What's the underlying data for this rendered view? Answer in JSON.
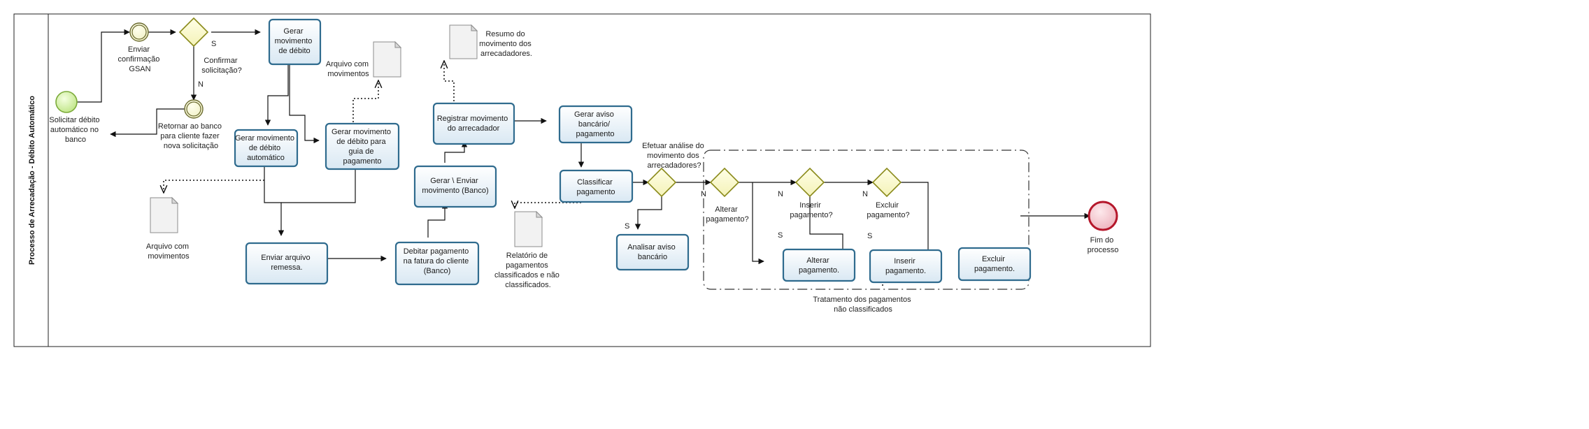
{
  "pool": {
    "label": "Processo de Arrecadação - Débito Automático"
  },
  "events": {
    "start": {
      "label": "Solicitar débito automático no banco"
    },
    "confirm": {
      "label": "Enviar confirmação GSAN"
    },
    "return": {
      "label": "Retornar ao banco para cliente fazer nova solicitação"
    },
    "end": {
      "label": "Fim do processo"
    }
  },
  "gateways": {
    "g_confirm": {
      "label": "Confirmar solicitação?"
    },
    "g_analysis": {
      "label": "Efetuar análise do movimento dos arrecadadores?"
    },
    "g_alter": {
      "label": "Alterar pagamento?"
    },
    "g_insert": {
      "label": "Inserir pagamento?"
    },
    "g_delete": {
      "label": "Excluir pagamento?"
    }
  },
  "tasks": {
    "gerar_debito": "Gerar movimento de débito",
    "gerar_auto": "Gerar movimento de débito automático",
    "gerar_guia": "Gerar movimento de débito para guia de pagamento",
    "enviar_remessa": "Enviar arquivo remessa.",
    "debitar": "Debitar pagamento na fatura do cliente (Banco)",
    "gerar_enviar": "Gerar \\ Enviar movimento (Banco)",
    "registrar": "Registrar movimento do arrecadador",
    "gerar_aviso": "Gerar aviso bancário/ pagamento",
    "classificar": "Classificar pagamento",
    "analisar": "Analisar aviso bancário",
    "alterar": "Alterar pagamento.",
    "inserir": "Inserir pagamento.",
    "excluir": "Excluir pagamento."
  },
  "documents": {
    "arq_mov_top": "Arquivo com movimentos",
    "arq_mov_left": "Arquivo com movimentos",
    "resumo": "Resumo do movimento dos arrecadadores.",
    "relatorio": "Relatório de pagamentos classificados e não classificados."
  },
  "flow_labels": {
    "yes": "S",
    "no": "N"
  },
  "group": {
    "label": "Tratamento dos pagamentos não classificados"
  },
  "colors": {
    "task_border": "#2f6b8e",
    "task_fill": "#eaf3f9",
    "start_fill": "#d6f0a8",
    "end_fill": "#f3c7cf",
    "end_border": "#b5172b",
    "gateway_fill": "#ffffd0"
  }
}
